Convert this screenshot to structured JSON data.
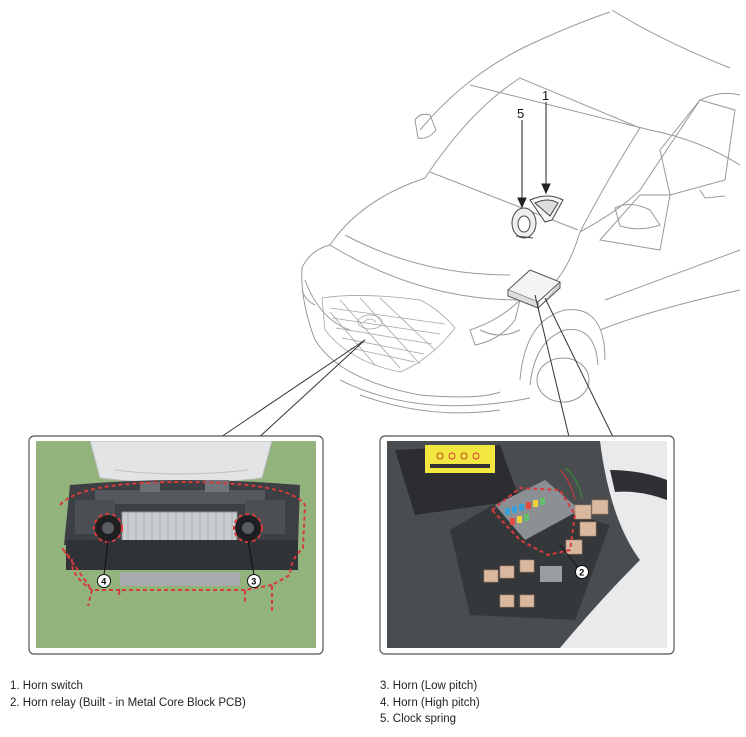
{
  "callouts": {
    "horn_switch": "1",
    "clock_spring": "5",
    "horn_relay": "2",
    "horn_low": "3",
    "horn_high": "4"
  },
  "legend": {
    "left": [
      "1. Horn switch",
      "2. Horn relay (Built - in Metal Core Block PCB)"
    ],
    "right": [
      "3. Horn (Low pitch)",
      "4. Horn (High pitch)",
      "5. Clock spring"
    ]
  },
  "colors": {
    "highlight": "#d63a3a",
    "photo_green": "#93b37c",
    "fuse_warning_label": "#f2e640"
  }
}
